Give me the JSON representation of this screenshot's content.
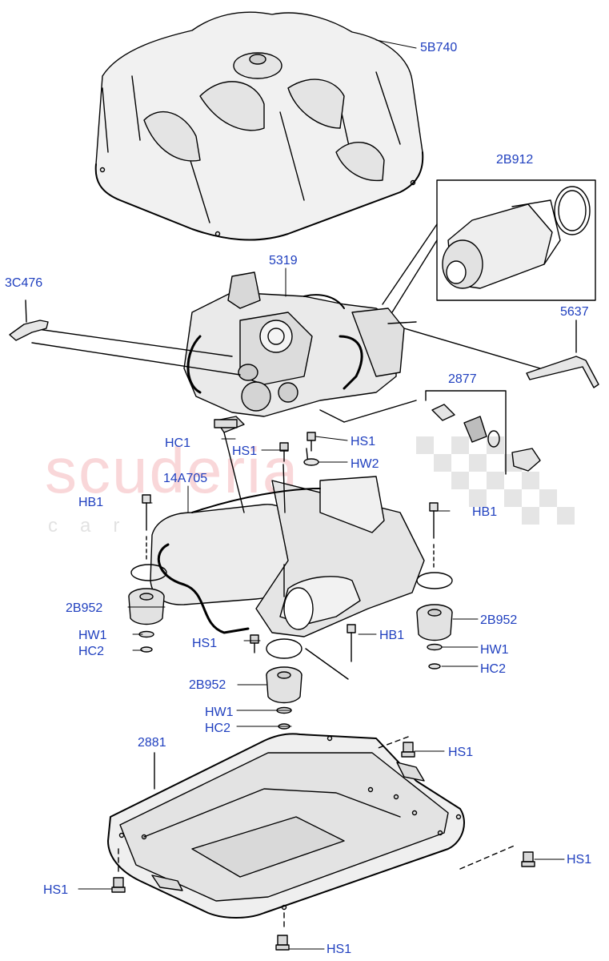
{
  "watermark": {
    "brand": "scuderia",
    "sub": "car parts"
  },
  "callouts": [
    {
      "id": "5B740",
      "text": "5B740"
    },
    {
      "id": "2B912",
      "text": "2B912"
    },
    {
      "id": "5319",
      "text": "5319"
    },
    {
      "id": "3C476",
      "text": "3C476"
    },
    {
      "id": "5637",
      "text": "5637"
    },
    {
      "id": "2877",
      "text": "2877"
    },
    {
      "id": "HC1",
      "text": "HC1"
    },
    {
      "id": "HS1-a",
      "text": "HS1"
    },
    {
      "id": "HS1-b",
      "text": "HS1"
    },
    {
      "id": "HW2",
      "text": "HW2"
    },
    {
      "id": "14A705",
      "text": "14A705"
    },
    {
      "id": "HB1-a",
      "text": "HB1"
    },
    {
      "id": "HB1-b",
      "text": "HB1"
    },
    {
      "id": "2B952-a",
      "text": "2B952"
    },
    {
      "id": "2B952-b",
      "text": "2B952"
    },
    {
      "id": "HW1-a",
      "text": "HW1"
    },
    {
      "id": "HC2-a",
      "text": "HC2"
    },
    {
      "id": "HS1-c",
      "text": "HS1"
    },
    {
      "id": "HB1-c",
      "text": "HB1"
    },
    {
      "id": "HW1-b",
      "text": "HW1"
    },
    {
      "id": "HC2-b",
      "text": "HC2"
    },
    {
      "id": "2B952-c",
      "text": "2B952"
    },
    {
      "id": "HW1-c",
      "text": "HW1"
    },
    {
      "id": "HC2-c",
      "text": "HC2"
    },
    {
      "id": "2881",
      "text": "2881"
    },
    {
      "id": "HS1-d",
      "text": "HS1"
    },
    {
      "id": "HS1-e",
      "text": "HS1"
    },
    {
      "id": "HS1-f",
      "text": "HS1"
    },
    {
      "id": "HS1-g",
      "text": "HS1"
    }
  ]
}
